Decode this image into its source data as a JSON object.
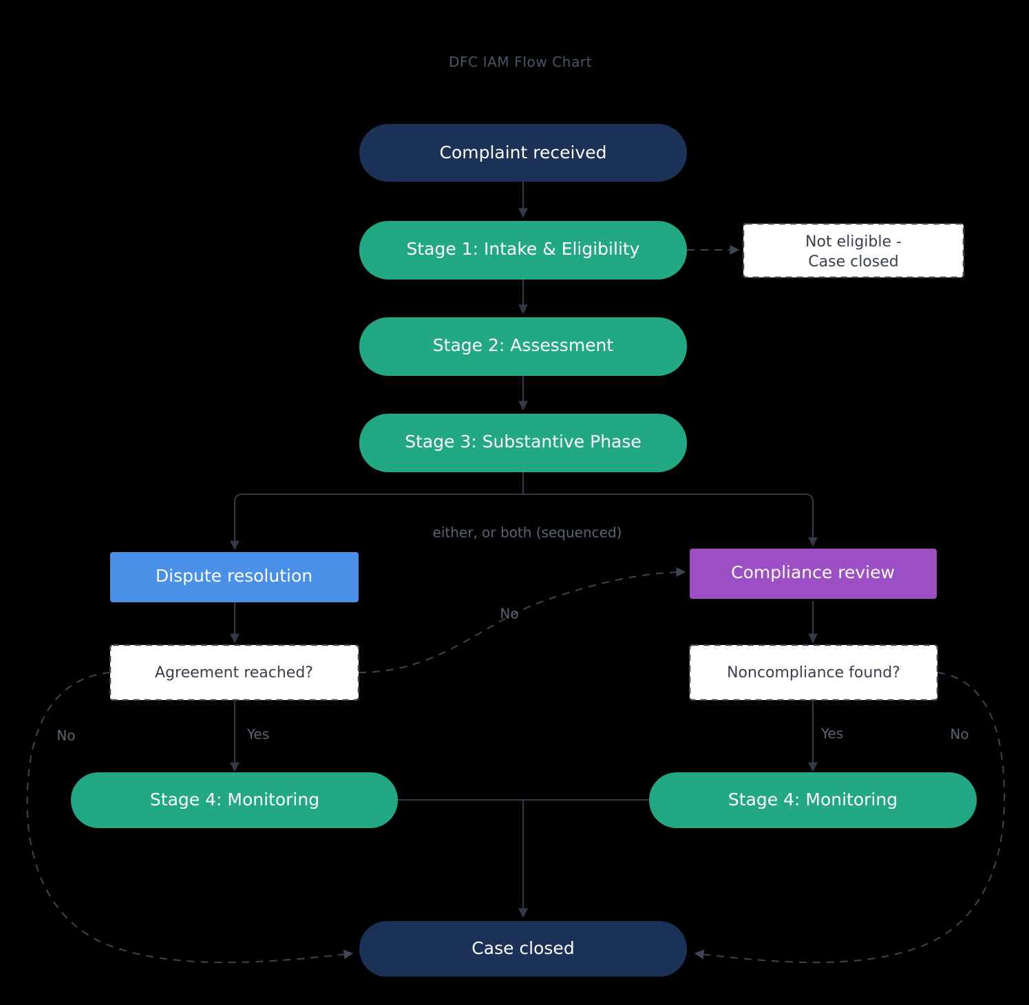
{
  "chart": {
    "title": "DFC IAM Flow Chart",
    "type": "flowchart",
    "background_color": "#000000",
    "colors": {
      "start_end": "#1b3157",
      "stage": "#22a883",
      "dispute": "#4a90e8",
      "compliance": "#9c4fc4",
      "decision_fill": "#ffffff",
      "decision_text": "#38404e",
      "edge": "#333a47",
      "edge_label": "#5a6472",
      "title": "#4a5568"
    },
    "nodes": [
      {
        "id": "complaint",
        "label": "Complaint received",
        "shape": "stadium",
        "style": "start_end"
      },
      {
        "id": "stage1",
        "label": "Stage 1: Intake & Eligibility",
        "shape": "stadium",
        "style": "stage"
      },
      {
        "id": "not_eligible",
        "label_line1": "Not eligible -",
        "label_line2": "Case closed",
        "shape": "rect-dashed",
        "style": "decision"
      },
      {
        "id": "stage2",
        "label": "Stage 2: Assessment",
        "shape": "stadium",
        "style": "stage"
      },
      {
        "id": "stage3",
        "label": "Stage 3: Substantive Phase",
        "shape": "stadium",
        "style": "stage"
      },
      {
        "id": "dispute",
        "label": "Dispute resolution",
        "shape": "rect",
        "style": "dispute"
      },
      {
        "id": "compliance",
        "label": "Compliance review",
        "shape": "rect",
        "style": "compliance"
      },
      {
        "id": "agreement_q",
        "label": "Agreement reached?",
        "shape": "rect-dashed",
        "style": "decision"
      },
      {
        "id": "noncompliance_q",
        "label": "Noncompliance found?",
        "shape": "rect-dashed",
        "style": "decision"
      },
      {
        "id": "stage4_left",
        "label": "Stage 4: Monitoring",
        "shape": "stadium",
        "style": "stage"
      },
      {
        "id": "stage4_right",
        "label": "Stage 4: Monitoring",
        "shape": "stadium",
        "style": "stage"
      },
      {
        "id": "case_closed",
        "label": "Case closed",
        "shape": "stadium",
        "style": "start_end"
      }
    ],
    "edges": [
      {
        "from": "complaint",
        "to": "stage1",
        "label": "",
        "style": "solid"
      },
      {
        "from": "stage1",
        "to": "not_eligible",
        "label": "",
        "style": "dashed"
      },
      {
        "from": "stage1",
        "to": "stage2",
        "label": "",
        "style": "solid"
      },
      {
        "from": "stage2",
        "to": "stage3",
        "label": "",
        "style": "solid"
      },
      {
        "from": "stage3",
        "to": "dispute",
        "label": "either, or both (sequenced)",
        "style": "solid"
      },
      {
        "from": "stage3",
        "to": "compliance",
        "label": "either, or both (sequenced)",
        "style": "solid"
      },
      {
        "from": "dispute",
        "to": "agreement_q",
        "label": "",
        "style": "solid"
      },
      {
        "from": "compliance",
        "to": "noncompliance_q",
        "label": "",
        "style": "solid"
      },
      {
        "from": "agreement_q",
        "to": "stage4_left",
        "label": "Yes",
        "style": "solid"
      },
      {
        "from": "agreement_q",
        "to": "compliance",
        "label": "No",
        "style": "dashed"
      },
      {
        "from": "agreement_q",
        "to": "case_closed",
        "label": "No",
        "style": "dashed"
      },
      {
        "from": "noncompliance_q",
        "to": "stage4_right",
        "label": "Yes",
        "style": "solid"
      },
      {
        "from": "noncompliance_q",
        "to": "case_closed",
        "label": "No",
        "style": "dashed"
      },
      {
        "from": "stage4_left",
        "to": "case_closed",
        "label": "",
        "style": "solid"
      },
      {
        "from": "stage4_right",
        "to": "case_closed",
        "label": "",
        "style": "solid"
      }
    ],
    "edge_labels": {
      "fork": "either, or both (sequenced)",
      "yes_left": "Yes",
      "yes_right": "Yes",
      "no_outer_left": "No",
      "no_outer_right": "No",
      "no_cross": "No"
    }
  }
}
